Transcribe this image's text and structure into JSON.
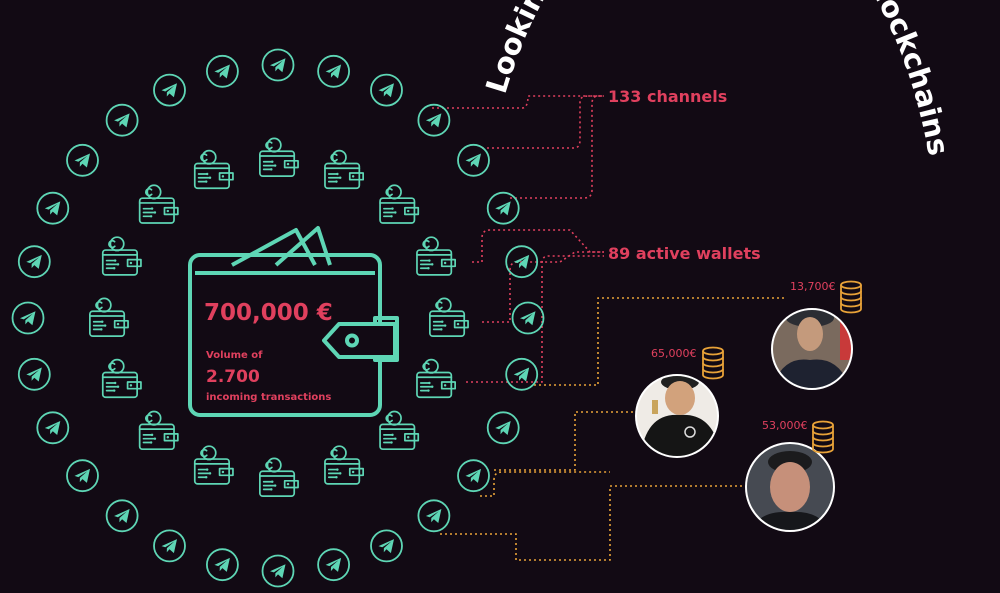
{
  "title": "Looking into the crystal ball of blockchains",
  "wallet": {
    "amount": "700,000 €",
    "caption_line1": "Volume of",
    "caption_count": "2.700",
    "caption_line2": "incoming transactions"
  },
  "labels": {
    "channels": "133 channels",
    "wallets": "89 active wallets"
  },
  "people": [
    {
      "amount": "13,700€"
    },
    {
      "amount": "65,000€"
    },
    {
      "amount": "53,000€"
    }
  ],
  "colors": {
    "background": "#120a14",
    "teal": "#5ed6b5",
    "red_accent": "#e0405e",
    "orange_accent": "#e8a238",
    "title_white": "#ffffff"
  },
  "icons": {
    "channel": "telegram-plane-icon",
    "wallet": "crypto-wallet-icon",
    "coins": "coin-stack-icon"
  }
}
